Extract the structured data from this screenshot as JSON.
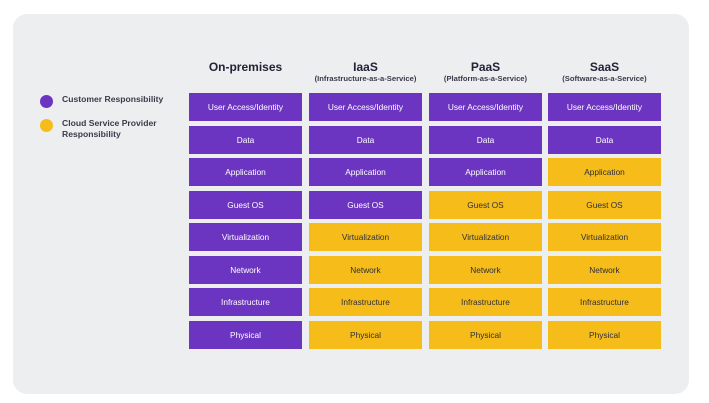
{
  "colors": {
    "customer": "#6c35c1",
    "provider": "#f6bd1a"
  },
  "legend": [
    {
      "label": "Customer Responsibility",
      "color": "#6c35c1"
    },
    {
      "label": "Cloud Service Provider Responsibility",
      "color": "#f6bd1a"
    }
  ],
  "columns": [
    {
      "title": "On-premises",
      "subtitle": "",
      "layers": [
        {
          "label": "User Access/Identity",
          "owner": "customer"
        },
        {
          "label": "Data",
          "owner": "customer"
        },
        {
          "label": "Application",
          "owner": "customer"
        },
        {
          "label": "Guest OS",
          "owner": "customer"
        },
        {
          "label": "Virtualization",
          "owner": "customer"
        },
        {
          "label": "Network",
          "owner": "customer"
        },
        {
          "label": "Infrastructure",
          "owner": "customer"
        },
        {
          "label": "Physical",
          "owner": "customer"
        }
      ]
    },
    {
      "title": "IaaS",
      "subtitle": "(Infrastructure-as-a-Service)",
      "layers": [
        {
          "label": "User Access/Identity",
          "owner": "customer"
        },
        {
          "label": "Data",
          "owner": "customer"
        },
        {
          "label": "Application",
          "owner": "customer"
        },
        {
          "label": "Guest OS",
          "owner": "customer"
        },
        {
          "label": "Virtualization",
          "owner": "provider"
        },
        {
          "label": "Network",
          "owner": "provider"
        },
        {
          "label": "Infrastructure",
          "owner": "provider"
        },
        {
          "label": "Physical",
          "owner": "provider"
        }
      ]
    },
    {
      "title": "PaaS",
      "subtitle": "(Platform-as-a-Service)",
      "layers": [
        {
          "label": "User Access/Identity",
          "owner": "customer"
        },
        {
          "label": "Data",
          "owner": "customer"
        },
        {
          "label": "Application",
          "owner": "customer"
        },
        {
          "label": "Guest OS",
          "owner": "provider"
        },
        {
          "label": "Virtualization",
          "owner": "provider"
        },
        {
          "label": "Network",
          "owner": "provider"
        },
        {
          "label": "Infrastructure",
          "owner": "provider"
        },
        {
          "label": "Physical",
          "owner": "provider"
        }
      ]
    },
    {
      "title": "SaaS",
      "subtitle": "(Software-as-a-Service)",
      "layers": [
        {
          "label": "User Access/Identity",
          "owner": "customer"
        },
        {
          "label": "Data",
          "owner": "customer"
        },
        {
          "label": "Application",
          "owner": "provider"
        },
        {
          "label": "Guest OS",
          "owner": "provider"
        },
        {
          "label": "Virtualization",
          "owner": "provider"
        },
        {
          "label": "Network",
          "owner": "provider"
        },
        {
          "label": "Infrastructure",
          "owner": "provider"
        },
        {
          "label": "Physical",
          "owner": "provider"
        }
      ]
    }
  ]
}
